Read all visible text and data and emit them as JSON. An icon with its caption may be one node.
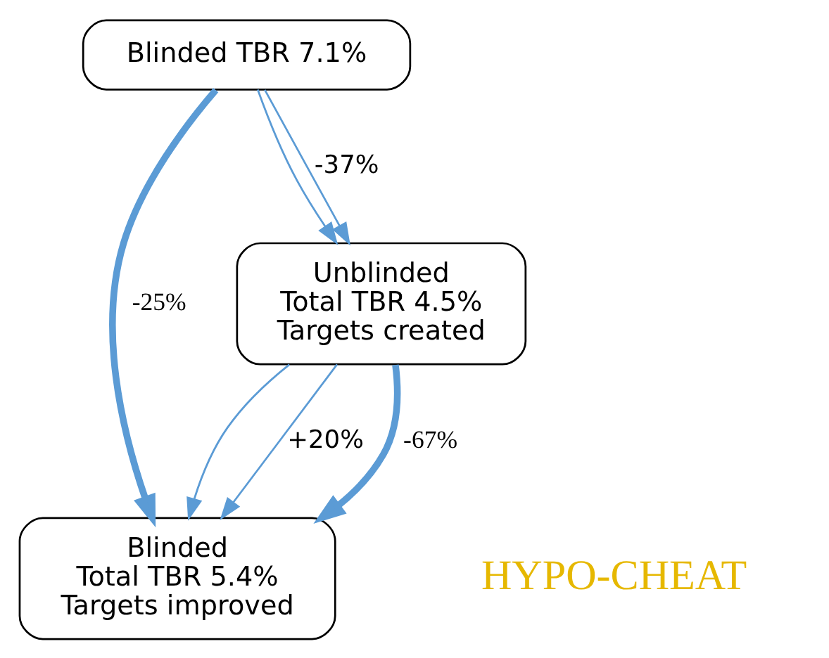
{
  "diagram": {
    "nodes": [
      {
        "text": [
          "Blinded TBR 7.1%"
        ]
      },
      {
        "text": [
          "Unblinded",
          "Total TBR 4.5%",
          "Targets created"
        ]
      },
      {
        "text": [
          "Blinded",
          "Total TBR 5.4%",
          "Targets improved"
        ]
      }
    ],
    "edges": [
      {
        "from": 0,
        "to": 1,
        "arrow": "to"
      },
      {
        "from": 0,
        "to": 1,
        "arrow": "to",
        "label": "-37%"
      },
      {
        "from": 0,
        "to": 2,
        "arrow": "to",
        "label": "-25%",
        "style": "thick"
      },
      {
        "from": 1,
        "to": 2,
        "arrow": "to"
      },
      {
        "from": 1,
        "to": 2,
        "arrow": "to",
        "label": "+20%"
      },
      {
        "from": 1,
        "to": 2,
        "arrow": "to",
        "label": "-67%",
        "style": "thick"
      }
    ],
    "labels": [
      "HYPO-CHEAT"
    ]
  }
}
